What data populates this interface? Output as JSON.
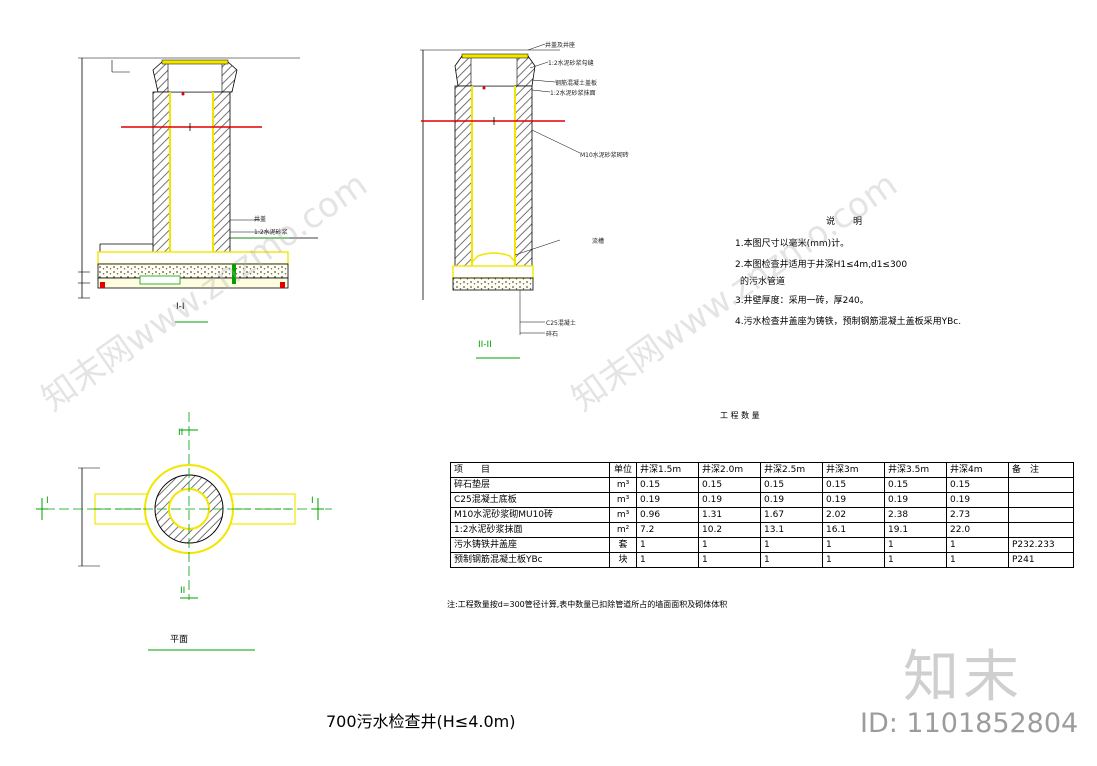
{
  "drawing": {
    "title": "700污水检查井(H≤4.0m)",
    "section_1": "I-I",
    "section_2": "II-II",
    "plan_label": "平面",
    "plan_marker_top": "II",
    "plan_marker_bottom": "II",
    "plan_marker_left": "I",
    "plan_marker_right": "I",
    "section1_labels": [
      "井盖",
      "1:2水泥砂浆"
    ],
    "section2_labels": [
      "井盖及井座",
      "1:2水泥砂浆勾缝",
      "钢筋混凝土盖板",
      "1:2水泥砂浆抹面",
      "M10水泥砂浆砌砖",
      "流槽",
      "C25混凝土",
      "碎石"
    ]
  },
  "notes": {
    "heading": "说　　明",
    "items": [
      "1.本图尺寸以毫米(mm)计。",
      "2.本图检查井适用于井深H1≤4m,d1≤300",
      "的污水管道",
      "3.井壁厚度：采用一砖，厚240。",
      "4.污水检查井盖座为铸铁，预制钢筋混凝土盖板采用YBc."
    ]
  },
  "quantities": {
    "title": "工 程 数 量",
    "headers": [
      "项　　目",
      "单位",
      "井深1.5m",
      "井深2.0m",
      "井深2.5m",
      "井深3m",
      "井深3.5m",
      "井深4m",
      "备　注"
    ],
    "rows": [
      [
        "碎石垫层",
        "m³",
        "0.15",
        "0.15",
        "0.15",
        "0.15",
        "0.15",
        "0.15",
        ""
      ],
      [
        "C25混凝土底板",
        "m³",
        "0.19",
        "0.19",
        "0.19",
        "0.19",
        "0.19",
        "0.19",
        ""
      ],
      [
        "M10水泥砂浆砌MU10砖",
        "m³",
        "0.96",
        "1.31",
        "1.67",
        "2.02",
        "2.38",
        "2.73",
        ""
      ],
      [
        "1:2水泥砂浆抹面",
        "m²",
        "7.2",
        "10.2",
        "13.1",
        "16.1",
        "19.1",
        "22.0",
        ""
      ],
      [
        "污水铸铁井盖座",
        "套",
        "1",
        "1",
        "1",
        "1",
        "1",
        "1",
        "P232.233"
      ],
      [
        "预制钢筋混凝土板YBc",
        "块",
        "1",
        "1",
        "1",
        "1",
        "1",
        "1",
        "P241"
      ]
    ],
    "footnote": "注:工程数量按d=300管径计算,表中数量已扣除管道所占的墙面面积及砌体体积"
  },
  "watermark": {
    "brand": "知末",
    "id": "ID: 1101852804",
    "diagonal": "知末网www.znzmo.com"
  },
  "colors": {
    "yellow": "#f2e600",
    "green": "#00a000",
    "red": "#e00000",
    "hatch": "#404040"
  }
}
